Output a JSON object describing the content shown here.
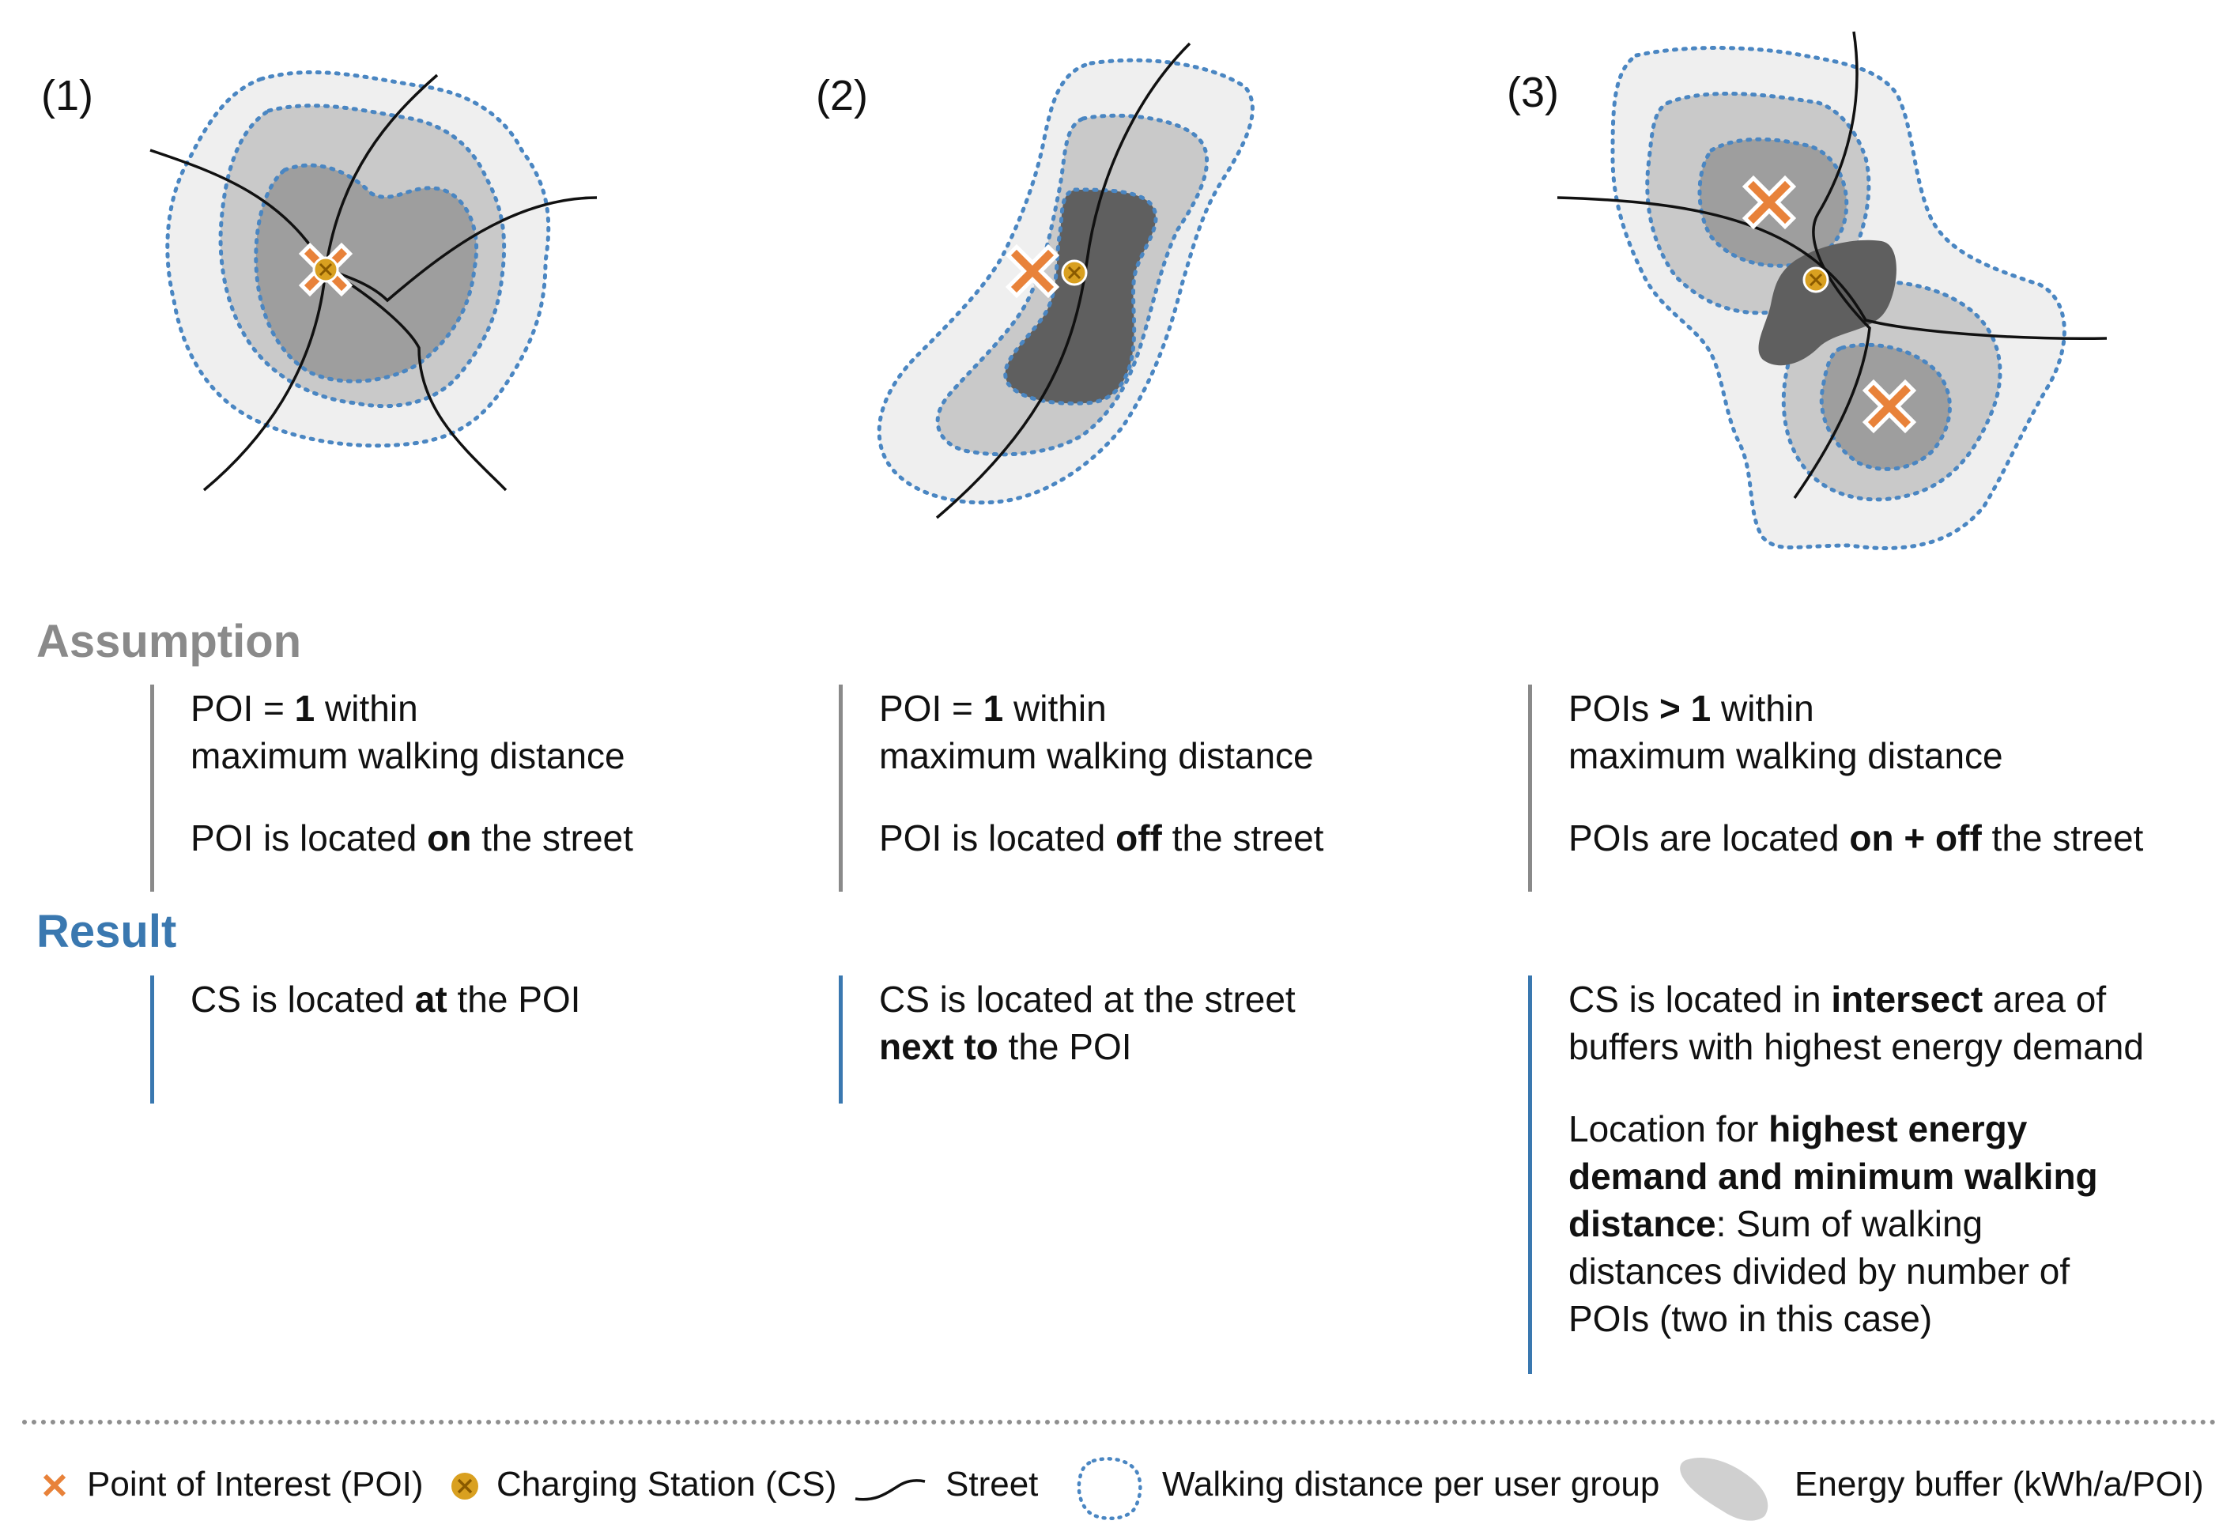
{
  "panels": [
    {
      "label": "(1)"
    },
    {
      "label": "(2)"
    },
    {
      "label": "(3)"
    }
  ],
  "sections": {
    "assumption_title": "Assumption",
    "result_title": "Result"
  },
  "columns": [
    {
      "assumption": {
        "line1_pre": "POI = ",
        "line1_bold": "1",
        "line1_post": " within",
        "line2": "maximum walking distance",
        "line3_pre": "POI is located ",
        "line3_bold": "on",
        "line3_post": " the street"
      },
      "result": {
        "pre": "CS is located ",
        "bold": "at",
        "post": " the POI"
      }
    },
    {
      "assumption": {
        "line1_pre": "POI = ",
        "line1_bold": "1",
        "line1_post": " within",
        "line2": "maximum walking distance",
        "line3_pre": "POI is located ",
        "line3_bold": "off",
        "line3_post": " the street"
      },
      "result": {
        "line1": "CS is located at the street",
        "line2_bold": "next to",
        "line2_post": " the POI"
      }
    },
    {
      "assumption": {
        "line1_pre": "POIs ",
        "line1_bold": "> 1",
        "line1_post": " within",
        "line2": "maximum walking distance",
        "line3_pre": "POIs are located ",
        "line3_bold": "on + off",
        "line3_post": " the street"
      },
      "result": {
        "p1_pre": "CS is located in ",
        "p1_bold": "intersect",
        "p1_post": " area of",
        "p1_line2": "buffers with highest energy demand",
        "p2_pre": "Location for ",
        "p2_bold1": "highest energy",
        "p2_bold2": "demand and minimum walking",
        "p2_bold3": "distance",
        "p2_post": ": Sum of walking",
        "p2_line4": "distances divided by number of",
        "p2_line5": "POIs (two in this case)"
      }
    }
  ],
  "legend": {
    "poi": "Point of Interest (POI)",
    "cs": "Charging Station (CS)",
    "street": "Street",
    "walking": "Walking distance per user group",
    "energy": "Energy buffer (kWh/a/POI)"
  },
  "colors": {
    "poi_marker": "#e8823a",
    "cs_marker": "#d9a020",
    "walking_outline": "#4a86c2",
    "buffer_light": "#efefef",
    "buffer_mid": "#c9c9c9",
    "buffer_dark": "#9e9e9e",
    "buffer_darkest": "#5f5f5f",
    "assumption_title": "#8a8a8a",
    "result_title": "#3a78b0"
  }
}
